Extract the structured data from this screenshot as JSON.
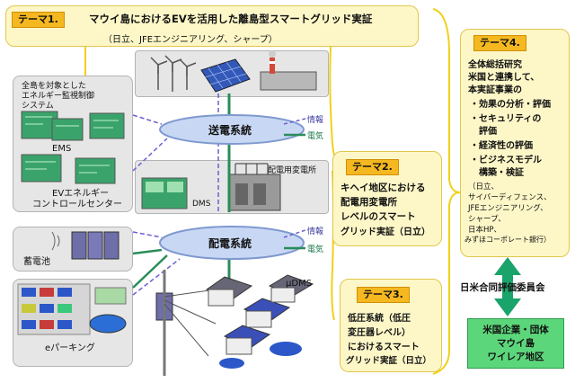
{
  "theme1": {
    "tag": "テーマ1.",
    "title": "マウイ島におけるEVを活用した離島型スマートグリッド実証",
    "partners": "（日立、JFEエンジニアリング、シャープ）"
  },
  "theme2": {
    "tag": "テーマ2.",
    "lines": [
      "キヘイ地区における",
      "配電用変電所",
      "レベルのスマート",
      "グリッド実証（日立）"
    ]
  },
  "theme3": {
    "tag": "テーマ3.",
    "lines": [
      "低圧系統（低圧",
      "変圧器レベル）",
      "におけるスマート",
      "グリッド実証（日立）"
    ]
  },
  "theme4": {
    "tag": "テーマ4.",
    "lines": [
      "全体総括研究",
      "米国と連携して、",
      "本実証事業の"
    ],
    "bullets": [
      "・効果の分析・評価",
      "・セキュリティの",
      "　評価",
      "・経済性の評価",
      "・ビジネスモデル",
      "　構築・検証"
    ],
    "partners": [
      "（日立、",
      "サイバーディフェンス、",
      "JFEエンジニアリング、",
      "シャープ、",
      "日本HP、",
      "みずほコーポレート銀行）"
    ]
  },
  "committee": "日米合同評価委員会",
  "us_side": [
    "米国企業・団体",
    "マウイ島",
    "ワイレア地区"
  ],
  "left_panel": {
    "system_desc": [
      "全島を対象とした",
      "エネルギー監視制御",
      "システム"
    ],
    "ems": "EMS",
    "center": [
      "EVエネルギー",
      "コントロールセンター"
    ],
    "battery": "蓄電池",
    "parking": "eパーキング"
  },
  "grid": {
    "transmission": "送電系統",
    "distribution": "配電系統",
    "info": "情報",
    "power": "電気",
    "substation": "配電用変電所",
    "dms": "DMS",
    "udms": "μDMS"
  },
  "colors": {
    "theme_fill": "#fdf7c8",
    "tag_orange": "#f5b820",
    "ring_blue": "#c8d8f4",
    "info_dash": "#6b5fd0",
    "power_line": "#2a8c5a",
    "us_green": "#5cd67a",
    "arrow_green": "#1aa36a",
    "bracket_yellow": "#f0d11a"
  },
  "icons": [
    "wind-turbine-icon",
    "solar-panel-icon",
    "factory-icon",
    "monitor-icon",
    "transformer-icon",
    "battery-icon",
    "car-icon",
    "house-icon",
    "utility-pole-icon",
    "antenna-icon"
  ]
}
